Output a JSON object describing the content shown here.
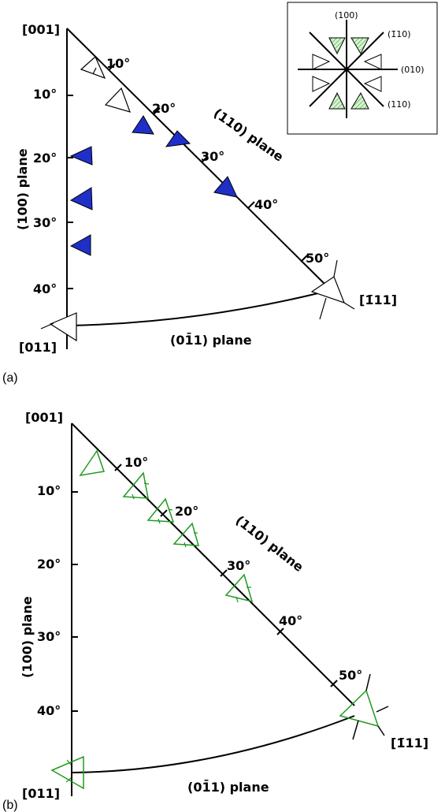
{
  "colors": {
    "blue": "#1f2fc8",
    "green_stroke": "#1f9a1f",
    "green_fill": "#bff0b8",
    "black": "#000000"
  },
  "labels": {
    "dir_001": "[001]",
    "dir_011": "[011]",
    "dir_m111_bar": "1̄",
    "dir_m111_rest": "11]",
    "dir_open": "[",
    "plane_100": "(100) plane",
    "plane_110": "(110) plane",
    "plane_0m11": "(01̄1) plane",
    "deg10": "10°",
    "deg20": "20°",
    "deg30": "30°",
    "deg40": "40°",
    "deg50": "50°",
    "panel_a": "(a)",
    "panel_b": "(b)"
  },
  "inset": {
    "label_100": "(100)",
    "label_m110": "(1̄10)",
    "label_010": "(010)",
    "label_110": "(110)"
  }
}
